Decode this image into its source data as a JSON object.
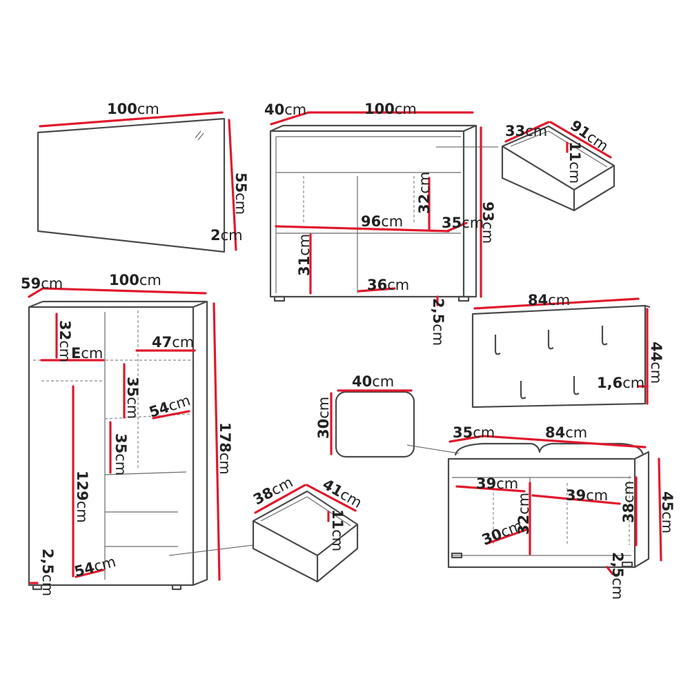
{
  "units": "cm",
  "labels": {
    "mirror_width": "100",
    "mirror_height": "55",
    "mirror_depth": "2",
    "sideboard_depth": "40",
    "sideboard_width": "100",
    "sideboard_height": "93",
    "sideboard_shelf_height_top": "32",
    "sideboard_inner_width": "96",
    "sideboard_inner_depth": "35",
    "sideboard_shelf_height_bottom": "31",
    "sideboard_compartment_width": "36",
    "sideboard_leg": "2,5",
    "drawer1_depth": "33",
    "drawer1_width": "91",
    "drawer1_height": "11",
    "wardrobe_depth": "59",
    "wardrobe_width": "100",
    "wardrobe_height": "178",
    "wardrobe_top_height": "32",
    "wardrobe_top_e": "E",
    "wardrobe_shelf_width": "47",
    "wardrobe_shelf_height_1": "35",
    "wardrobe_shelf_depth": "54",
    "wardrobe_shelf_height_2": "35",
    "wardrobe_hanging_height": "129",
    "wardrobe_leg": "2,5",
    "wardrobe_inner_depth": "54",
    "drawer2_depth": "38",
    "drawer2_width": "41",
    "drawer2_height": "11",
    "hanger_width": "84",
    "hanger_height": "44",
    "hanger_thickness": "1,6",
    "cushion_width": "40",
    "cushion_height": "30",
    "bench_depth": "35",
    "bench_width": "84",
    "bench_comp_width_left": "39",
    "bench_comp_width_right": "39",
    "bench_height": "45",
    "bench_inner_height": "38",
    "bench_comp_height": "32",
    "bench_comp_depth": "30",
    "bench_leg": "2,5"
  }
}
